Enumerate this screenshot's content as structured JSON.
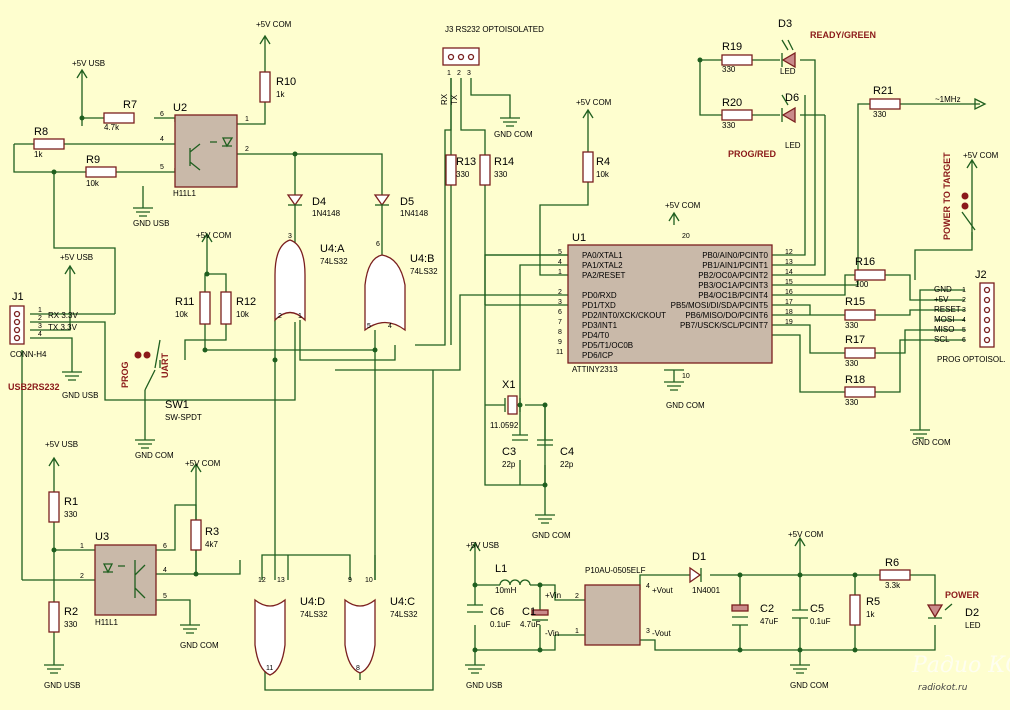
{
  "labels": {
    "j3_title": "J3  RS232 OPTOISOLATED",
    "j3_rx": "RX",
    "j3_tx": "TX",
    "j3_pins": [
      "1",
      "2",
      "3"
    ],
    "gnd_com": "GND COM",
    "gnd_usb": "GND USB",
    "p5v_com": "+5V COM",
    "p5v_usb": "+5V USB",
    "r10": "R10",
    "r10v": "1k",
    "r7": "R7",
    "r7v": "4.7k",
    "r8": "R8",
    "r8v": "1k",
    "r9": "R9",
    "r9v": "10k",
    "u2": "U2",
    "u2p": "H11L1",
    "u2pins": [
      "6",
      "4",
      "5",
      "1",
      "2"
    ],
    "d4": "D4",
    "d4v": "1N4148",
    "d5": "D5",
    "d5v": "1N4148",
    "u4a": "U4:A",
    "u4b": "U4:B",
    "u4c": "U4:C",
    "u4d": "U4:D",
    "ls32": "74LS32",
    "u4pins": [
      "3",
      "2",
      "1",
      "6",
      "5",
      "4",
      "12",
      "13",
      "11",
      "9",
      "10",
      "8"
    ],
    "r11": "R11",
    "r11v": "10k",
    "r12": "R12",
    "r12v": "10k",
    "r13": "R13",
    "r13v": "330",
    "r14": "R14",
    "r14v": "330",
    "r4": "R4",
    "r4v": "10k",
    "u1": "U1",
    "u1p": "ATTINY2313",
    "u1_left": [
      "PA0/XTAL1",
      "PA1/XTAL2",
      "PA2/RESET",
      "PD0/RXD",
      "PD1/TXD",
      "PD2/INT0/XCK/CKOUT",
      "PD3/INT1",
      "PD4/T0",
      "PD5/T1/OC0B",
      "PD6/ICP"
    ],
    "u1_left_pins": [
      "5",
      "4",
      "1",
      "2",
      "3",
      "6",
      "7",
      "8",
      "9",
      "11"
    ],
    "u1_right": [
      "PB0/AIN0/PCINT0",
      "PB1/AIN1/PCINT1",
      "PB2/OC0A/PCINT2",
      "PB3/OC1A/PCINT3",
      "PB4/OC1B/PCINT4",
      "PB5/MOSI/DI/SDA/PCINT5",
      "PB6/MISO/DO/PCINT6",
      "PB7/USCK/SCL/PCINT7"
    ],
    "u1_right_pins": [
      "12",
      "13",
      "14",
      "15",
      "16",
      "17",
      "18",
      "19"
    ],
    "pin20": "20",
    "pin10": "10",
    "r19": "R19",
    "r19v": "330",
    "r20": "R20",
    "r20v": "330",
    "r21": "R21",
    "r21v": "330",
    "d3": "D3",
    "d6": "D6",
    "led": "LED",
    "ready": "READY/GREEN",
    "progred": "PROG/RED",
    "mhz": "~1MHz",
    "power_target": "POWER TO TARGET",
    "r16": "R16",
    "r16v": "100",
    "r15": "R15",
    "r15v": "330",
    "r17": "R17",
    "r17v": "330",
    "r18": "R18",
    "r18v": "330",
    "j2": "J2",
    "j2p": "PROG OPTOISOL.",
    "j2_sig": [
      "GND",
      "+5V",
      "RESET",
      "MOSI",
      "MISO",
      "SCL"
    ],
    "j2_pins": [
      "1",
      "2",
      "3",
      "4",
      "5",
      "6"
    ],
    "j1": "J1",
    "j1p": "CONN-H4",
    "usb2rs232": "USB2RS232",
    "j1_rx": "RX 3.3V",
    "j1_tx": "TX 3.3V",
    "j1_pins": [
      "1",
      "2",
      "3",
      "4"
    ],
    "prog": "PROG",
    "uart": "UART",
    "sw1": "SW1",
    "sw1p": "SW-SPDT",
    "x1": "X1",
    "x1v": "11.0592",
    "c3": "C3",
    "c3v": "22p",
    "c4": "C4",
    "c4v": "22p",
    "r1": "R1",
    "r1v": "330",
    "r2": "R2",
    "r2v": "330",
    "r3": "R3",
    "r3v": "4k7",
    "u3": "U3",
    "u3p": "H11L1",
    "u3pins": [
      "1",
      "2",
      "6",
      "4",
      "5"
    ],
    "l1": "L1",
    "l1v": "10mH",
    "c6": "C6",
    "c6v": "0.1uF",
    "c1": "C1",
    "c1v": "4.7uF",
    "p10": "P10AU-0505ELF",
    "vin_p": "+Vin",
    "vin_n": "-Vin",
    "vout_p": "+Vout",
    "vout_n": "-Vout",
    "p10pins": [
      "2",
      "1",
      "4",
      "3"
    ],
    "d1": "D1",
    "d1v": "1N4001",
    "c2": "C2",
    "c2v": "47uF",
    "c5": "C5",
    "c5v": "0.1uF",
    "r5": "R5",
    "r5v": "1k",
    "r6": "R6",
    "r6v": "3.3k",
    "power": "POWER",
    "d2": "D2",
    "wm1": "Радио КОТ",
    "wm2": "radiokot.ru"
  },
  "colors": {
    "wire": "#1f5f1f",
    "part": "#7a1f1f",
    "background": "#fefecf",
    "accent": "#8b1a1a"
  }
}
